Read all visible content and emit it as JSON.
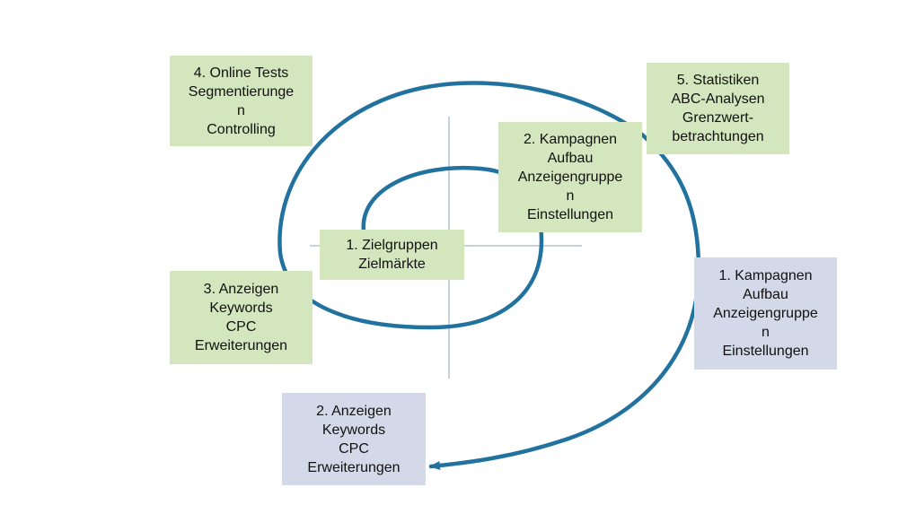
{
  "colors": {
    "spiral": "#21729f",
    "axis": "#c6d2dc",
    "box_green": "#d3e6bd",
    "box_blue": "#d3d9e8"
  },
  "boxes": {
    "zielgruppen": "1. Zielgruppen\nZielmärkte",
    "kampagnen_inner": "2. Kampagnen\nAufbau\nAnzeigengruppe\nn\nEinstellungen",
    "anzeigen_inner": "3. Anzeigen\nKeywords\nCPC\nErweiterungen",
    "online_tests": "4. Online Tests\nSegmentierunge\nn\nControlling",
    "statistiken": "5. Statistiken\nABC-Analysen\nGrenzwert-\nbetrachtungen",
    "kampagnen_next": "1. Kampagnen\nAufbau\nAnzeigengruppe\nn\nEinstellungen",
    "anzeigen_next": "2. Anzeigen\nKeywords\nCPC\nErweiterungen"
  }
}
